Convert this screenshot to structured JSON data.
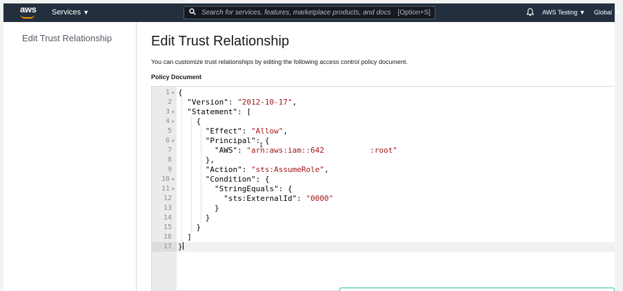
{
  "nav": {
    "logo": "aws",
    "services": "Services",
    "search_placeholder": "Search for services, features, marketplace products, and docs",
    "search_shortcut": "[Option+S]",
    "account": "AWS Testing",
    "region": "Global",
    "icons": [
      "search-icon",
      "bell-icon",
      "caret-down-icon"
    ]
  },
  "sidebar": {
    "item": "Edit Trust Relationship"
  },
  "main": {
    "title": "Edit Trust Relationship",
    "description": "You can customize trust relationships by editing the following access control policy document.",
    "policy_label": "Policy Document"
  },
  "editor": {
    "line_numbers": [
      "1",
      "2",
      "3",
      "4",
      "5",
      "6",
      "7",
      "8",
      "9",
      "10",
      "11",
      "12",
      "13",
      "14",
      "15",
      "16",
      "17"
    ],
    "foldable_lines": [
      1,
      3,
      4,
      6,
      10,
      11
    ],
    "lines": [
      [
        {
          "t": "{"
        }
      ],
      [
        {
          "t": "  \"Version\": "
        },
        {
          "t": "\"2012-10-17\"",
          "s": 1
        },
        {
          "t": ","
        }
      ],
      [
        {
          "t": "  \"Statement\": ["
        }
      ],
      [
        {
          "t": "    {"
        }
      ],
      [
        {
          "t": "      \"Effect\": "
        },
        {
          "t": "\"Allow\"",
          "s": 1
        },
        {
          "t": ","
        }
      ],
      [
        {
          "t": "      \"Principal\": {"
        }
      ],
      [
        {
          "t": "        \"AWS\": "
        },
        {
          "t": "\"arn:aws:iam::642          :root\"",
          "s": 1
        }
      ],
      [
        {
          "t": "      },"
        }
      ],
      [
        {
          "t": "      \"Action\": "
        },
        {
          "t": "\"sts:AssumeRole\"",
          "s": 1
        },
        {
          "t": ","
        }
      ],
      [
        {
          "t": "      \"Condition\": {"
        }
      ],
      [
        {
          "t": "        \"StringEquals\": {"
        }
      ],
      [
        {
          "t": "          \"sts:ExternalId\": "
        },
        {
          "t": "\"0000\"",
          "s": 1
        }
      ],
      [
        {
          "t": "        }"
        }
      ],
      [
        {
          "t": "      }"
        }
      ],
      [
        {
          "t": "    }"
        }
      ],
      [
        {
          "t": "  ]"
        }
      ],
      [
        {
          "t": "}"
        }
      ]
    ],
    "active_line": 17
  }
}
